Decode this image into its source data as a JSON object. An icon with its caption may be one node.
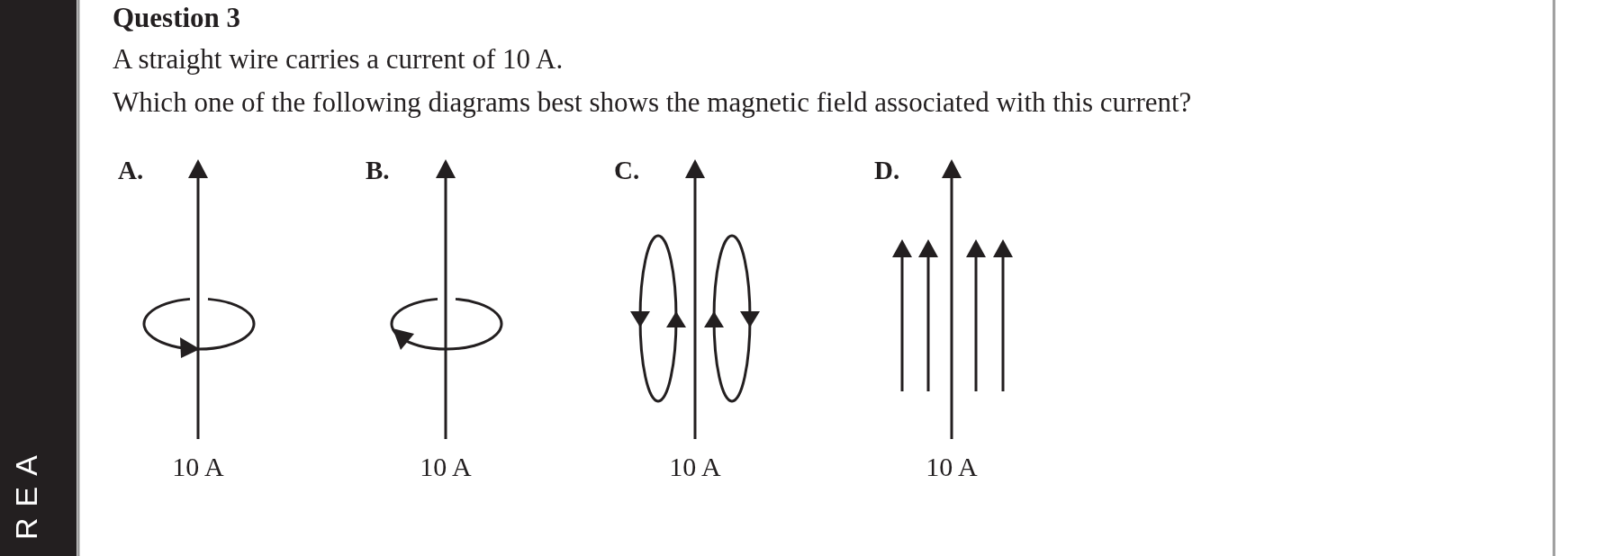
{
  "diagram": {
    "title": "Question 3",
    "labels": [
      "A straight wire carries a current of 10 A.",
      "Which one of the following diagrams best shows the magnetic field associated with this current?",
      "A.",
      "B.",
      "C.",
      "D.",
      "10 A",
      "10 A",
      "10 A",
      "10 A",
      "REA"
    ]
  }
}
